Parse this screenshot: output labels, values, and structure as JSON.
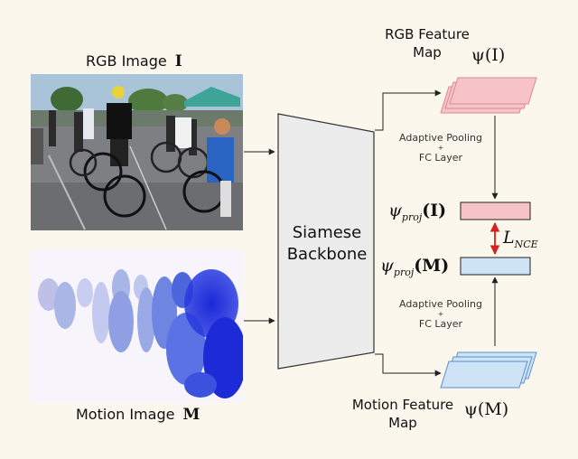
{
  "labels": {
    "rgb_image_text": "RGB Image",
    "rgb_image_symbol": "I",
    "motion_image_text": "Motion Image",
    "motion_image_symbol": "M",
    "backbone_line1": "Siamese",
    "backbone_line2": "Backbone",
    "rgb_feature_line1": "RGB Feature",
    "rgb_feature_line2": "Map",
    "rgb_feature_symbol": "ψ(I)",
    "motion_feature_line1": "Motion Feature",
    "motion_feature_line2": "Map",
    "motion_feature_symbol": "ψ(M)",
    "pool_top_line1": "Adaptive Pooling",
    "pool_top_line2": "+",
    "pool_top_line3": "FC Layer",
    "pool_bottom_line1": "Adaptive Pooling",
    "pool_bottom_line2": "+",
    "pool_bottom_line3": "FC Layer",
    "proj_i_psi": "ψ",
    "proj_i_sub": "proj",
    "proj_i_arg": "(I)",
    "proj_m_psi": "ψ",
    "proj_m_sub": "proj",
    "proj_m_arg": "(M)",
    "loss_symbol": "L",
    "loss_sub": "NCE"
  },
  "colors": {
    "background": "#fbf7ec",
    "backbone_fill": "#ececec",
    "rgb_feature_fill": "#f6c4c8",
    "rgb_feature_stroke": "#d98a92",
    "motion_feature_fill": "#cfe3f7",
    "motion_feature_stroke": "#5a8fc9",
    "loss_arrow": "#d62020",
    "line": "#222222"
  }
}
